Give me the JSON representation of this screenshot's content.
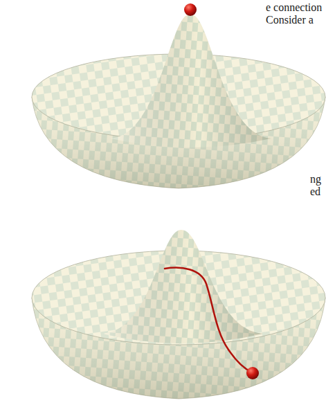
{
  "diagram": {
    "labels": [
      "e connection",
      "Consider a",
      "ng",
      "ed"
    ]
  }
}
